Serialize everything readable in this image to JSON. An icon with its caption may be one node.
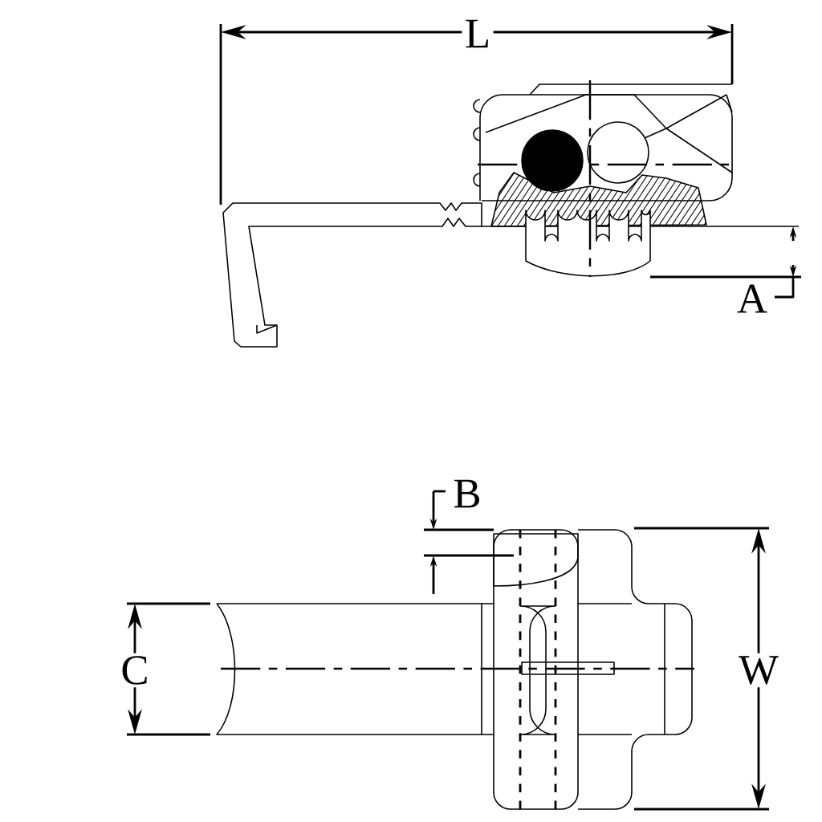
{
  "diagram": {
    "labels": [
      "L",
      "A",
      "B",
      "C",
      "W"
    ]
  }
}
